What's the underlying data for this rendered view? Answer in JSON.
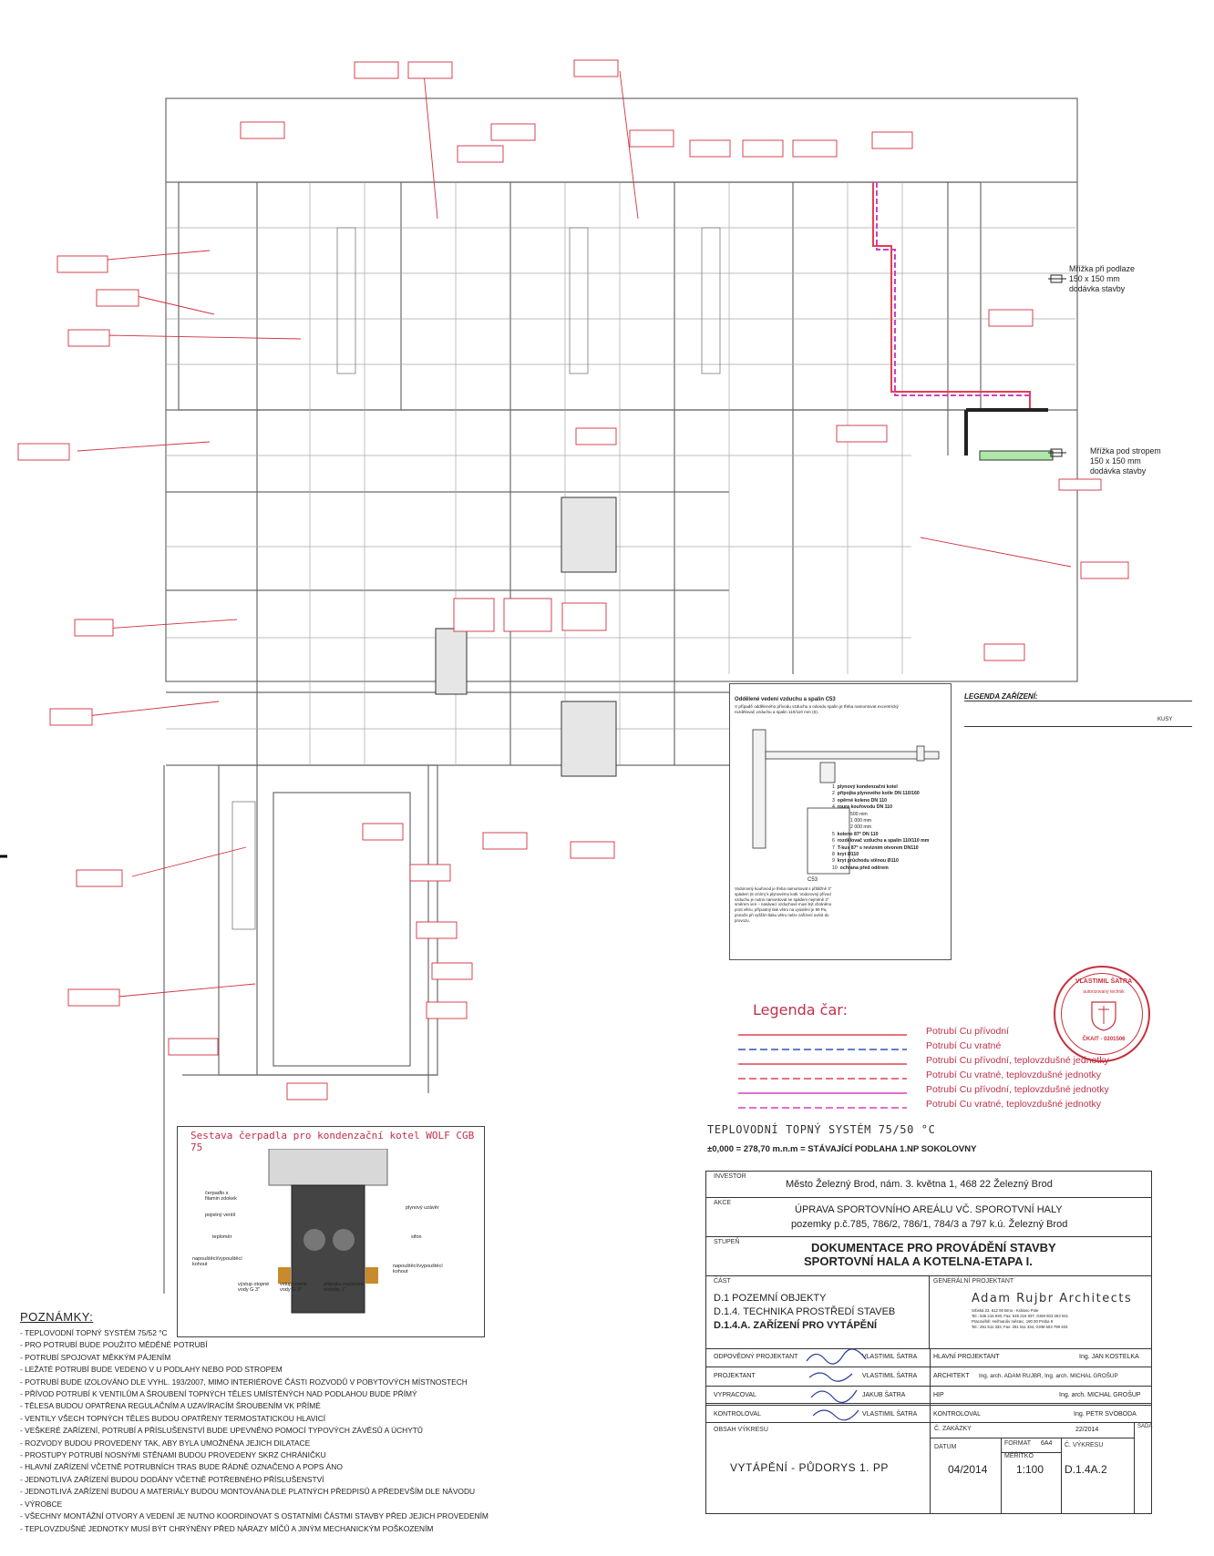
{
  "annotations": {
    "grille_floor": [
      "Mřížka při podlaze",
      "150 x 150 mm",
      "dodávka stavby"
    ],
    "grille_ceiling": [
      "Mřížka pod stropem",
      "150 x 150 mm",
      "dodávka stavby"
    ]
  },
  "flue_detail": {
    "title": "Oddělené vedení vzduchu a spalin C53",
    "intro": "V případě odděleného přívodu vzduchu a odvodu spalin je třeba namontovat excentrický rozdělovač vzduchu a spalin 110/110 mm (6).",
    "items": [
      {
        "n": "1",
        "t": "plynový kondenzační kotel"
      },
      {
        "n": "2",
        "t": "přípojka plynového kotle DN 110/160"
      },
      {
        "n": "3",
        "t": "opěrné koleno DN 110"
      },
      {
        "n": "4",
        "t": "roura kouřovodu DN 110"
      },
      {
        "n": "5",
        "t": "koleno 87° DN 110"
      },
      {
        "n": "6",
        "t": "rozdělovač vzduchu a spalin 110/110 mm"
      },
      {
        "n": "7",
        "t": "T-kus 87° s revizním otvorem DN110"
      },
      {
        "n": "8",
        "t": "kryt Ø110"
      },
      {
        "n": "9",
        "t": "kryt průchodu stěnou Ø110"
      },
      {
        "n": "10",
        "t": "ochrana před oděrem"
      }
    ],
    "pipe_lengths": [
      "500 mm",
      "1 000 mm",
      "2 000 mm"
    ],
    "c53": "C53",
    "footnote": "Vodorovný kouřovod je třeba namontovat s přibližně 3° spádem (6 cm/m) k plynovému kotli. Vodorovný přívod vzduchu je nutno namontovat se spádem nejméně 3° směrem ven – nasávací vzduchové musí být chráněno proti větru, přípustný tlak větru na vyústění je 90 Pa, protože při vyšším tlaku větru nelze zařízení uvést do provozu."
  },
  "equipment_legend": {
    "title": "LEGENDA ZAŘÍZENÍ:",
    "col": "KUSY"
  },
  "line_legend": {
    "title": "Legenda čar:",
    "rows": [
      {
        "label": "Potrubí Cu přívodní",
        "color": "#e04050",
        "dash": "none"
      },
      {
        "label": "Potrubí Cu vratné",
        "color": "#3050c0",
        "dash": "8,4"
      },
      {
        "label": "Potrubí Cu přívodní, teplovzdušné jednotky",
        "color": "#e04050",
        "dash": "none"
      },
      {
        "label": "Potrubí Cu vratné, teplovzdušné jednotky",
        "color": "#e04050",
        "dash": "8,4"
      },
      {
        "label": "Potrubí Cu přívodní, teplovzdušné jednotky",
        "color": "#d040c0",
        "dash": "none"
      },
      {
        "label": "Potrubí Cu vratné, teplovzdušné jednotky",
        "color": "#d040c0",
        "dash": "8,4"
      }
    ]
  },
  "stamp": {
    "outer": "VLASTIMIL ŠATRA",
    "mid": "autorizovaný technik",
    "id": "ČKAIT - 0201506"
  },
  "pump": {
    "title": "Sestava čerpadla pro kondenzační kotel WOLF CGB 75",
    "labels": [
      "čerpadlo s filamin zdokek",
      "pojistný ventil",
      "teploměr",
      "napouštěcí/vypouštěcí kohout",
      "výstup otopné vody G 3\"",
      "vstup vratné vody G 3\"",
      "přípojka expanzní nádoby 1\"",
      "napouštěcí/vypouštěcí kohout",
      "sifon",
      "plynový uzávěr"
    ]
  },
  "system": {
    "title": "TEPLOVODNÍ TOPNÝ SYSTÉM 75/50 °C",
    "datum": "±0,000 = 278,70 m.n.m = STÁVAJÍCÍ PODLAHA 1.NP SOKOLOVNY"
  },
  "title_block": {
    "investor_label": "INVESTOR",
    "investor": "Město Železný Brod, nám. 3. května 1, 468 22 Železný Brod",
    "akce_label": "AKCE",
    "akce1": "ÚPRAVA SPORTOVNÍHO AREÁLU VČ. SPOROTVNÍ HALY",
    "akce2": "pozemky p.č.785, 786/2, 786/1, 784/3 a 797 k.ú. Železný Brod",
    "stupen_label": "STUPEŇ",
    "stupen1": "DOKUMENTACE PRO PROVÁDĚNÍ STAVBY",
    "stupen2": "SPORTOVNÍ HALA A KOTELNA-ETAPA I.",
    "cast_label": "ČÁST",
    "cast1": "D.1 POZEMNÍ OBJEKTY",
    "cast2": "D.1.4. TECHNIKA PROSTŘEDÍ STAVEB",
    "cast3": "D.1.4.A. ZAŘÍZENÍ PRO VYTÁPĚNÍ",
    "gp_label": "GENERÁLNÍ PROJEKTANT",
    "gp_name": "Adam Rujbr Architects",
    "gp_addr": [
      "Srbská 22, 612 00 Brno - Královo Pole",
      "Tel.: 546 216 930, Fax: 545 216 937, GSM 603 263 041",
      "Pracoviště: Heřmanův městec, 190 00 Praha 9",
      "Tel.: 251 511 333, Fax: 251 511 334, GSM 603 799 403"
    ],
    "roles": [
      {
        "role": "ODPOVĚDNÝ PROJEKTANT",
        "name": "VLASTIMIL ŠATRA",
        "role2": "HLAVNÍ PROJEKTANT",
        "name2": "Ing. JAN KOSTELKA"
      },
      {
        "role": "PROJEKTANT",
        "name": "VLASTIMIL ŠATRA",
        "role2": "ARCHITEKT",
        "name2": "Ing. arch. ADAM RUJBR, Ing. arch. MICHAL GROŠUP"
      },
      {
        "role": "VYPRACOVAL",
        "name": "JAKUB ŠATRA",
        "role2": "HIP",
        "name2": "Ing. arch. MICHAL GROŠUP"
      },
      {
        "role": "KONTROLOVAL",
        "name": "VLASTIMIL ŠATRA",
        "role2": "KONTROLOVAL",
        "name2": "Ing. PETR SVOBODA"
      }
    ],
    "obsah_label": "OBSAH VÝKRESU",
    "obsah": "VYTÁPĚNÍ - PŮDORYS 1. PP",
    "zakazky_label": "Č. ZAKÁZKY",
    "zakazky": "22/2014",
    "sada_label": "SADA",
    "datum_label": "DATUM",
    "datum": "04/2014",
    "format_label": "FORMAT",
    "format": "6A4",
    "meritko_label": "MĚŘÍTKO",
    "meritko": "1:100",
    "vykres_label": "Č. VÝKRESU",
    "vykres": "D.1.4A.2"
  },
  "notes": {
    "title": "POZNÁMKY:",
    "items": [
      "TEPLOVODNÍ TOPNÝ SYSTÉM 75/52 °C",
      "PRO POTRUBÍ BUDE POUŽITO MĚDĚNÉ POTRUBÍ",
      "POTRUBÍ SPOJOVAT MĚKKÝM PÁJENÍM",
      "LEŽATÉ POTRUBÍ BUDE VEDENO V U PODLAHY NEBO POD STROPEM",
      "POTRUBÍ BUDE IZOLOVÁNO DLE VYHL. 193/2007, MIMO INTERIÉROVÉ ČÁSTI ROZVODŮ V POBYTOVÝCH MÍSTNOSTECH",
      "PŘÍVOD POTRUBÍ K VENTILŮM A ŠROUBENÍ TOPNÝCH TĚLES UMÍSTĚNÝCH NAD PODLAHOU BUDE PŘÍMÝ",
      "TĚLESA BUDOU OPATŘENA REGULAČNÍM A UZAVÍRACÍM ŠROUBENÍM VK PŘÍMÉ",
      "VENTILY VŠECH TOPNÝCH TĚLES BUDOU OPATŘENY TERMOSTATICKOU HLAVICÍ",
      "VEŠKERÉ ZAŘÍZENÍ, POTRUBÍ A PŘÍSLUŠENSTVÍ BUDE UPEVNĚNO POMOCÍ TYPOVÝCH ZÁVĚSŮ A ÚCHYTŮ",
      "ROZVODY BUDOU PROVEDENY TAK, ABY BYLA UMOŽNĚNA JEJICH DILATACE",
      "PROSTUPY POTRUBÍ NOSNÝMI STĚNAMI BUDOU PROVEDENY SKRZ CHRÁNIČKU",
      "HLAVNÍ ZAŘÍZENÍ VČETNĚ POTRUBNÍCH TRAS BUDE ŘÁDNĚ OZNAČENO A POPS    ÁNO",
      "JEDNOTLIVÁ ZAŘÍZENÍ BUDOU DODÁNY VČETNĚ POTŘEBNÉHO PŘÍSLUŠENSTVÍ",
      "JEDNOTLIVÁ ZAŘÍZENÍ BUDOU A MATERIÁLY BUDOU MONTOVÁNA DLE PLATNÝCH PŘEDPISŮ A PŘEDEVŠÍM DLE NÁVODU",
      "VÝROBCE",
      "VŠECHNY MONTÁŽNÍ OTVORY A VEDENÍ JE NUTNO KOORDINOVAT S OSTATNÍMI ČÁSTMI STAVBY PŘED JEJICH PROVEDENÍM",
      "TEPLOVZDUŠNÉ JEDNOTKY  MUSÍ BÝT CHRÝNĚNY PŘED NÁRAZY MÍČŮ A JINÝM MECHANICKÝM POŠKOZENÍM"
    ]
  },
  "colors": {
    "room_tag": "#d03040",
    "supply": "#e04050",
    "return": "#3050c0",
    "stamp": "#c8303c"
  }
}
